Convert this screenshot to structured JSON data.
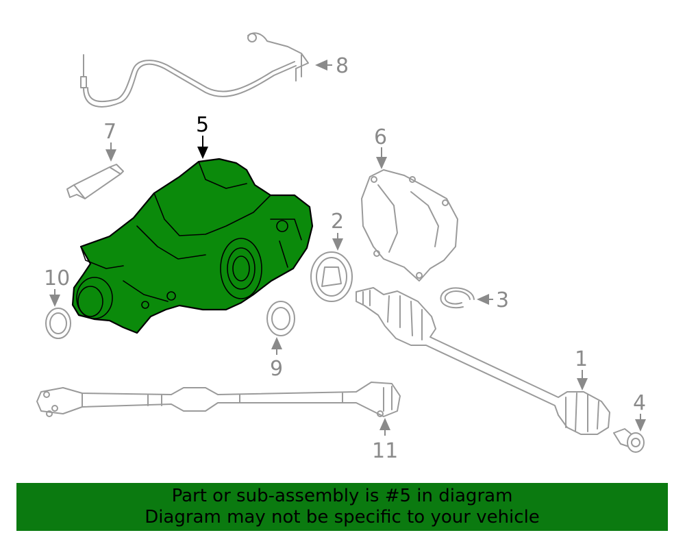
{
  "callouts": {
    "c1": "1",
    "c2": "2",
    "c3": "3",
    "c4": "4",
    "c5": "5",
    "c6": "6",
    "c7": "7",
    "c8": "8",
    "c9": "9",
    "c10": "10",
    "c11": "11"
  },
  "highlighted_part": "5",
  "colors": {
    "highlight_fill": "#0b8a0b",
    "part_stroke": "#9a9a9a",
    "banner_bg": "#0b7a10"
  },
  "banner": {
    "line1": "Part or sub-assembly is #5 in diagram",
    "line2": "Diagram may not be specific to your vehicle"
  }
}
